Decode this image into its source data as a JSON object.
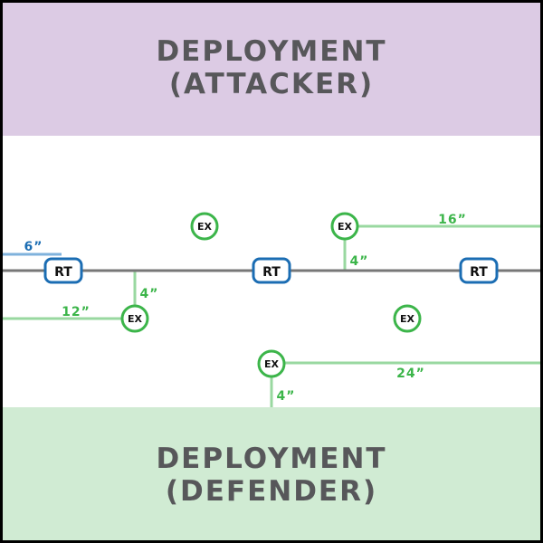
{
  "zones": {
    "attacker": {
      "line1": "DEPLOYMENT",
      "line2": "(ATTACKER)"
    },
    "defender": {
      "line1": "DEPLOYMENT",
      "line2": "(DEFENDER)"
    }
  },
  "objectives": {
    "rt": [
      "RT",
      "RT",
      "RT"
    ],
    "ex": [
      "EX",
      "EX",
      "EX",
      "EX",
      "EX"
    ]
  },
  "measurements": [
    "6”",
    "16”",
    "4”",
    "4”",
    "12”",
    "24”",
    "4”"
  ],
  "colors": {
    "attacker_zone": "#dccbe4",
    "defender_zone": "#d0ebd3",
    "rt": "#1b6db3",
    "ex": "#3cb54a",
    "measure_green": "#99d8a0",
    "measure_blue": "#7fb2dc",
    "center_line": "#777777"
  }
}
